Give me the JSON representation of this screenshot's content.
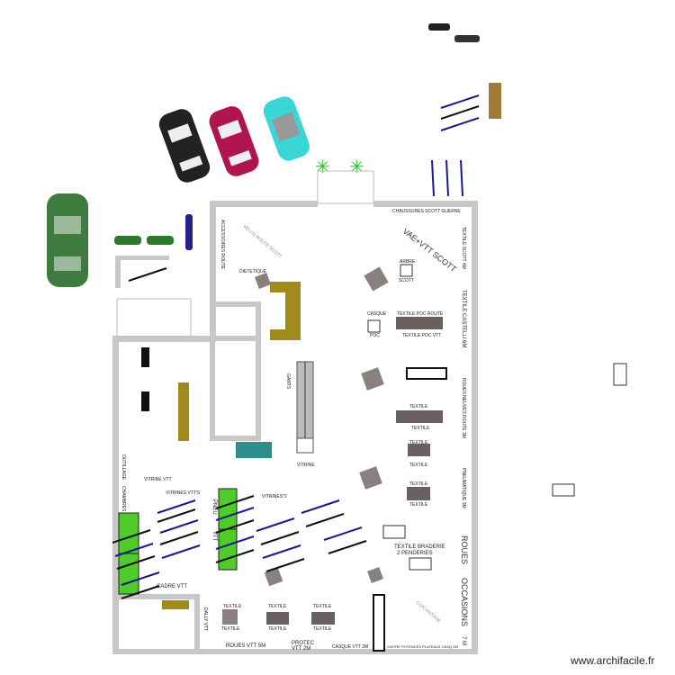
{
  "plan": {
    "colors": {
      "wall": "#c8c8c8",
      "counter": "#a08a1e",
      "display_green": "#4fcb2a",
      "teal": "#2e8f8a",
      "table_grey": "#8a8080",
      "car_black": "#222222",
      "car_red": "#b0154f",
      "car_cyan": "#3ad6d6",
      "car_green": "#3f7a3f",
      "bike": "#1a1a8a"
    },
    "labels": {
      "chaussures": "CHAUSSURES SCOTT GUERNE",
      "vae_vtt": "VAE+VTT SCOTT",
      "velos_route": "VELOS ROUTE SCOTT",
      "dietetique": "DIETETIQUE",
      "accessoires": "ACCESSOIRES ROUTE",
      "casque": "CASQUE",
      "poc": "POC",
      "textile_poc_route": "TEXTILE POC ROUTE",
      "textile_poc_vtt": "TEXTILE POC VTT",
      "arbre": "ARBRE",
      "scott": "SCOTT",
      "textile": "TEXTILE",
      "vitrine": "VITRINE",
      "vitrines2": "VITRINES*2",
      "vitrines_vtt": "VITRINES VTT'S",
      "vitrine_vtt": "VITRINE VTT",
      "cadre_vtt": "CADRE VTT",
      "textile_braderie": "TEXTILE BRADERIE",
      "penderies": "2 PENDERIES",
      "roues_vtt": "ROUES VTT 5M",
      "protec": "PROTEC",
      "vtt_2m": "VTT 2M",
      "casque_vtt": "CASQUE VTT 2M",
      "cintre": "CINTRE POTENCES PLATEAUX CASQ 2M",
      "con_vintage": "CON VINTAGE",
      "pneu": "PNEU",
      "vtt": "VTT",
      "chambres": "CHAMBRES",
      "textile_scott": "TEXTILE SCOTT 4M",
      "textile_castelli": "TEXTILE CASTELLI 6M",
      "roues_neuves": "ROUES NEUVES ROUTE 3M",
      "pneumatique": "PNEUMATIQUE 3M",
      "roues": "ROUES",
      "occasions": "OCCASIONS",
      "seven_m": "7 M",
      "gants": "GANTS",
      "outillage": "OUTILLAGE",
      "dally_vtt": "DALLY VTT"
    },
    "watermark": "www.archifacile.fr"
  }
}
